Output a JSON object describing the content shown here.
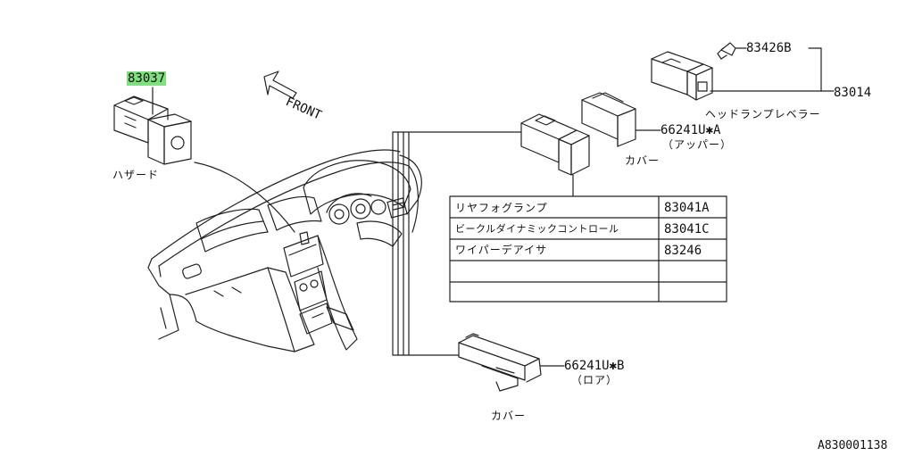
{
  "callouts": {
    "hazard_part": "83037",
    "hazard_label": "ハザード",
    "front_label": "FRONT",
    "clip_part": "83426B",
    "leveler_part": "83014",
    "leveler_label": "ヘッドランプレベラー",
    "cover_upper_part": "66241U✱A",
    "cover_upper_sub": "（アッパー）",
    "cover_upper_label": "カバー",
    "cover_lower_part": "66241U✱B",
    "cover_lower_sub": "（ロア）",
    "cover_lower_label": "カバー"
  },
  "table": {
    "rows": [
      {
        "name": "リヤフォグランプ",
        "part": "83041A"
      },
      {
        "name": "ビークルダイナミックコントロール",
        "part": "83041C"
      },
      {
        "name": "ワイパーデアイサ",
        "part": "83246"
      },
      {
        "name": "",
        "part": ""
      },
      {
        "name": "",
        "part": ""
      }
    ]
  },
  "diagram_id": "A830001138",
  "colors": {
    "line": "#222222",
    "highlight": "#7ee07e",
    "background": "#ffffff"
  }
}
